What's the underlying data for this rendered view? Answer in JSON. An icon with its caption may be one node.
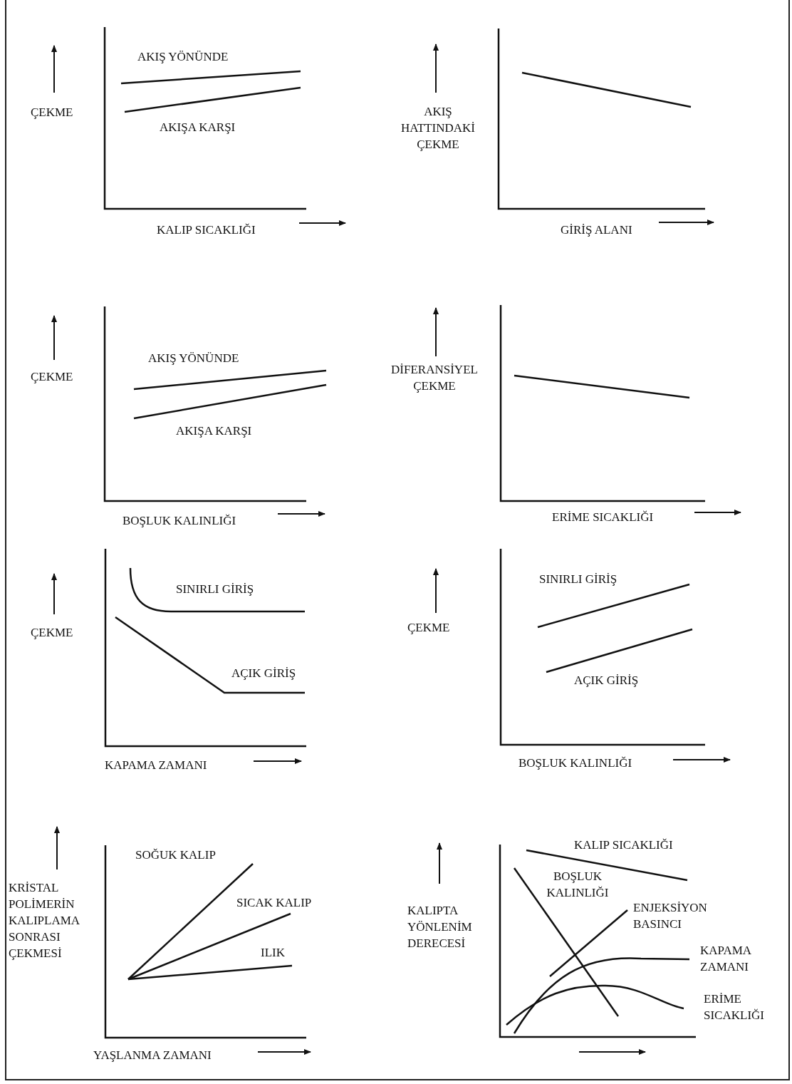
{
  "diagram": {
    "labels": [
      "ÇEKME",
      "AKIŞ YÖNÜNDE",
      "AKIŞA KARŞI",
      "KALIP SICAKLIĞI",
      "AKIŞ HATTINDAKİ ÇEKME",
      "GİRİŞ ALANI",
      "ÇEKME",
      "AKIŞ YÖNÜNDE",
      "AKIŞA KARŞI",
      "BOŞLUK KALINLIĞI",
      "DİFERANSİYEL ÇEKME",
      "ERİME SICAKLIĞI",
      "ÇEKME",
      "SINIRLI GİRİŞ",
      "AÇIK GİRİŞ",
      "KAPAMA ZAMANI",
      "ÇEKME",
      "SINIRLI GİRİŞ",
      "AÇIK GİRİŞ",
      "BOŞLUK KALINLIĞI",
      "KRİSTAL POLİMERİN KALIPLAMA SONRASI ÇEKMESİ",
      "SOĞUK KALIP",
      "SICAK KALIP",
      "ILIK",
      "YAŞLANMA ZAMANI",
      "KALIPTA YÖNLENİM DERECESİ",
      "KALIP SICAKLIĞI",
      "BOŞLUK KALINLIĞI",
      "ENJEKSİYON BASINCI",
      "KAPAMA ZAMANI",
      "ERİME SICAKLIĞI"
    ]
  }
}
